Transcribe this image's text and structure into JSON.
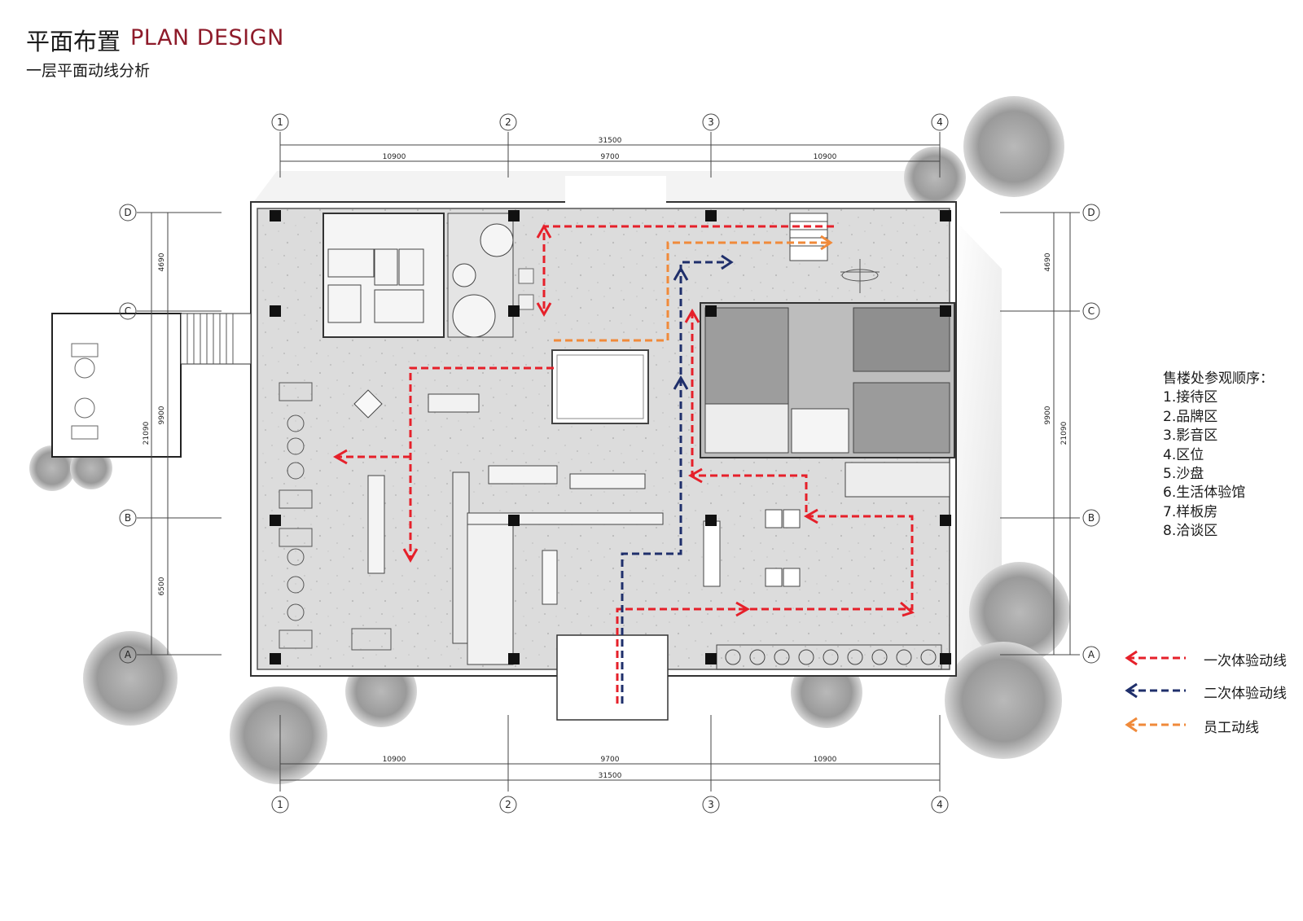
{
  "header": {
    "title_cn": "平面布置",
    "title_en": "PLAN DESIGN",
    "subtitle": "一层平面动线分析"
  },
  "grid": {
    "columns": [
      "1",
      "2",
      "3",
      "4"
    ],
    "rows": [
      "D",
      "C",
      "B",
      "A"
    ]
  },
  "dimensions": {
    "total_horizontal": "31500",
    "segments_horizontal": [
      "10900",
      "9700",
      "10900"
    ],
    "total_vertical": "21090",
    "segments_vertical": [
      "4690",
      "9900",
      "6500"
    ]
  },
  "sequence": {
    "heading": "售楼处参观顺序：",
    "items": [
      "1.接待区",
      "2.品牌区",
      "3.影音区",
      "4.区位",
      "5.沙盘",
      "6.生活体验馆",
      "7.样板房",
      "8.洽谈区"
    ]
  },
  "legend": [
    {
      "label": "一次体验动线",
      "color": "#e6202a"
    },
    {
      "label": "二次体验动线",
      "color": "#1f2f6b"
    },
    {
      "label": "员工动线",
      "color": "#f08a3a"
    }
  ]
}
